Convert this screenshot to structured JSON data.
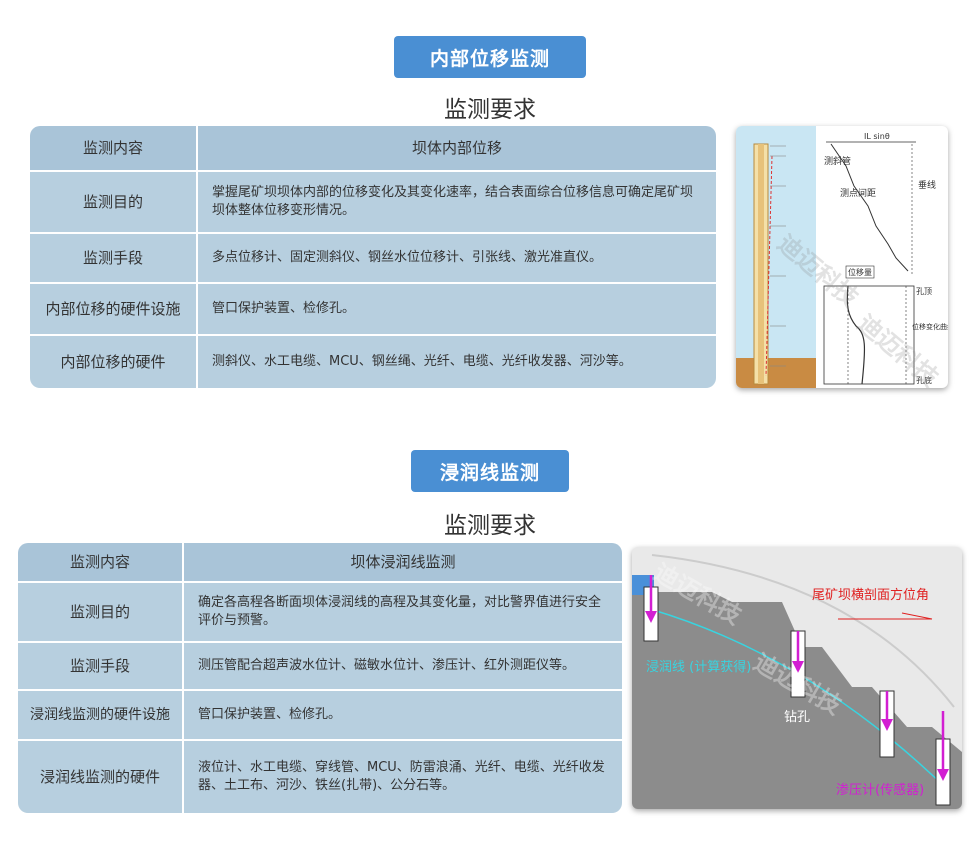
{
  "section1": {
    "badge": "内部位移监测",
    "subtitle": "监测要求",
    "rows": [
      {
        "key": "监测内容",
        "value": "坝体内部位移"
      },
      {
        "key": "监测目的",
        "value": "掌握尾矿坝坝体内部的位移变化及其变化速率，结合表面综合位移信息可确定尾矿坝坝体整体位移变形情况。"
      },
      {
        "key": "监测手段",
        "value": "多点位移计、固定测斜仪、钢丝水位位移计、引张线、激光准直仪。"
      },
      {
        "key": "内部位移的硬件设施",
        "value": "管口保护装置、检修孔。"
      },
      {
        "key": "内部位移的硬件",
        "value": "测斜仪、水工电缆、MCU、钢丝绳、光纤、电缆、光纤收发器、河沙等。"
      }
    ],
    "figure": {
      "watermark": "迪迈科技",
      "labels": {
        "dim": "IL sinθ",
        "incline_tube": "测斜管",
        "point_spacing": "测点间距",
        "vertical": "垂线",
        "hole_top": "孔顶",
        "hole_bottom": "孔底",
        "displacement_curve": "位移变化曲线",
        "displacement": "位移量"
      }
    }
  },
  "section2": {
    "badge": "浸润线监测",
    "subtitle": "监测要求",
    "rows": [
      {
        "key": "监测内容",
        "value": "坝体浸润线监测"
      },
      {
        "key": "监测目的",
        "value": "确定各高程各断面坝体浸润线的高程及其变化量，对比警界值进行安全评价与预警。"
      },
      {
        "key": "监测手段",
        "value": "测压管配合超声波水位计、磁敏水位计、渗压计、红外测距仪等。"
      },
      {
        "key": "浸润线监测的硬件设施",
        "value": "管口保护装置、检修孔。"
      },
      {
        "key": "浸润线监测的硬件",
        "value": "液位计、水工电缆、穿线管、MCU、防雷浪涌、光纤、电缆、光纤收发器、土工布、河沙、铁丝(扎带)、公分石等。"
      }
    ],
    "figure": {
      "watermark": "迪迈科技",
      "direction_label": "尾矿坝横剖面方位角",
      "phreatic_label": "浸润线 (计算获得)",
      "borehole_label": "钻孔",
      "piezometer_label": "渗压计(传感器)"
    }
  },
  "colors": {
    "badge": "#4a8fd3",
    "table_cell": "#b7cfdf",
    "phreatic_line": "#38d4e0",
    "sensor": "#d21fd2",
    "direction": "#e02020"
  }
}
